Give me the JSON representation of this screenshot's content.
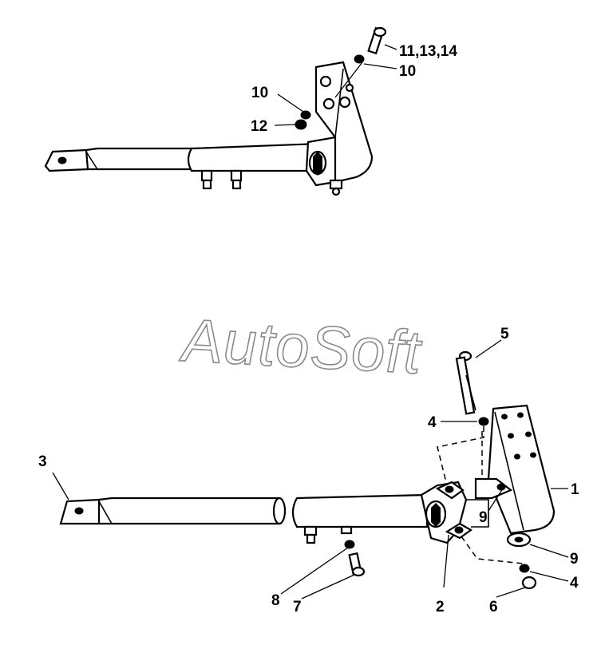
{
  "watermark": {
    "text": "AutoSoft"
  },
  "callouts": {
    "top_11_13_14": "11,13,14",
    "top_10_right": "10",
    "top_10_left": "10",
    "top_12": "12",
    "bottom_5": "5",
    "bottom_4_upper": "4",
    "bottom_3": "3",
    "bottom_1": "1",
    "bottom_9_upper": "9",
    "bottom_9_lower": "9",
    "bottom_4_lower": "4",
    "bottom_2": "2",
    "bottom_8": "8",
    "bottom_7": "7",
    "bottom_6": "6"
  },
  "colors": {
    "line": "#000000",
    "background": "#ffffff",
    "watermark_outline": "#8a8a8a"
  }
}
